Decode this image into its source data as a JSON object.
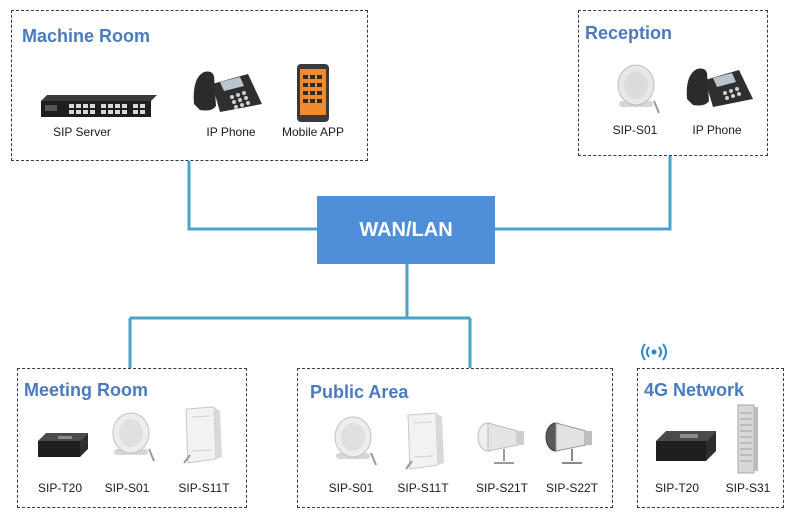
{
  "hub": {
    "label": "WAN/LAN"
  },
  "colors": {
    "link": "#4aa3c8",
    "hub_fill": "#4f8fda",
    "title": "#4a7bbf"
  },
  "zones": {
    "machine_room": {
      "title": "Machine Room",
      "devices": {
        "sip_server": "SIP Server",
        "ip_phone": "IP Phone",
        "mobile_app": "Mobile APP"
      }
    },
    "reception": {
      "title": "Reception",
      "devices": {
        "sip_s01": "SIP-S01",
        "ip_phone": "IP Phone"
      }
    },
    "meeting_room": {
      "title": "Meeting Room",
      "devices": {
        "sip_t20": "SIP-T20",
        "sip_s01": "SIP-S01",
        "sip_s11t": "SIP-S11T"
      }
    },
    "public_area": {
      "title": "Public Area",
      "devices": {
        "sip_s01": "SIP-S01",
        "sip_s11t": "SIP-S11T",
        "sip_s21t": "SIP-S21T",
        "sip_s22t": "SIP-S22T"
      }
    },
    "network_4g": {
      "title": "4G Network",
      "devices": {
        "sip_t20": "SIP-T20",
        "sip_s31": "SIP-S31"
      }
    }
  }
}
